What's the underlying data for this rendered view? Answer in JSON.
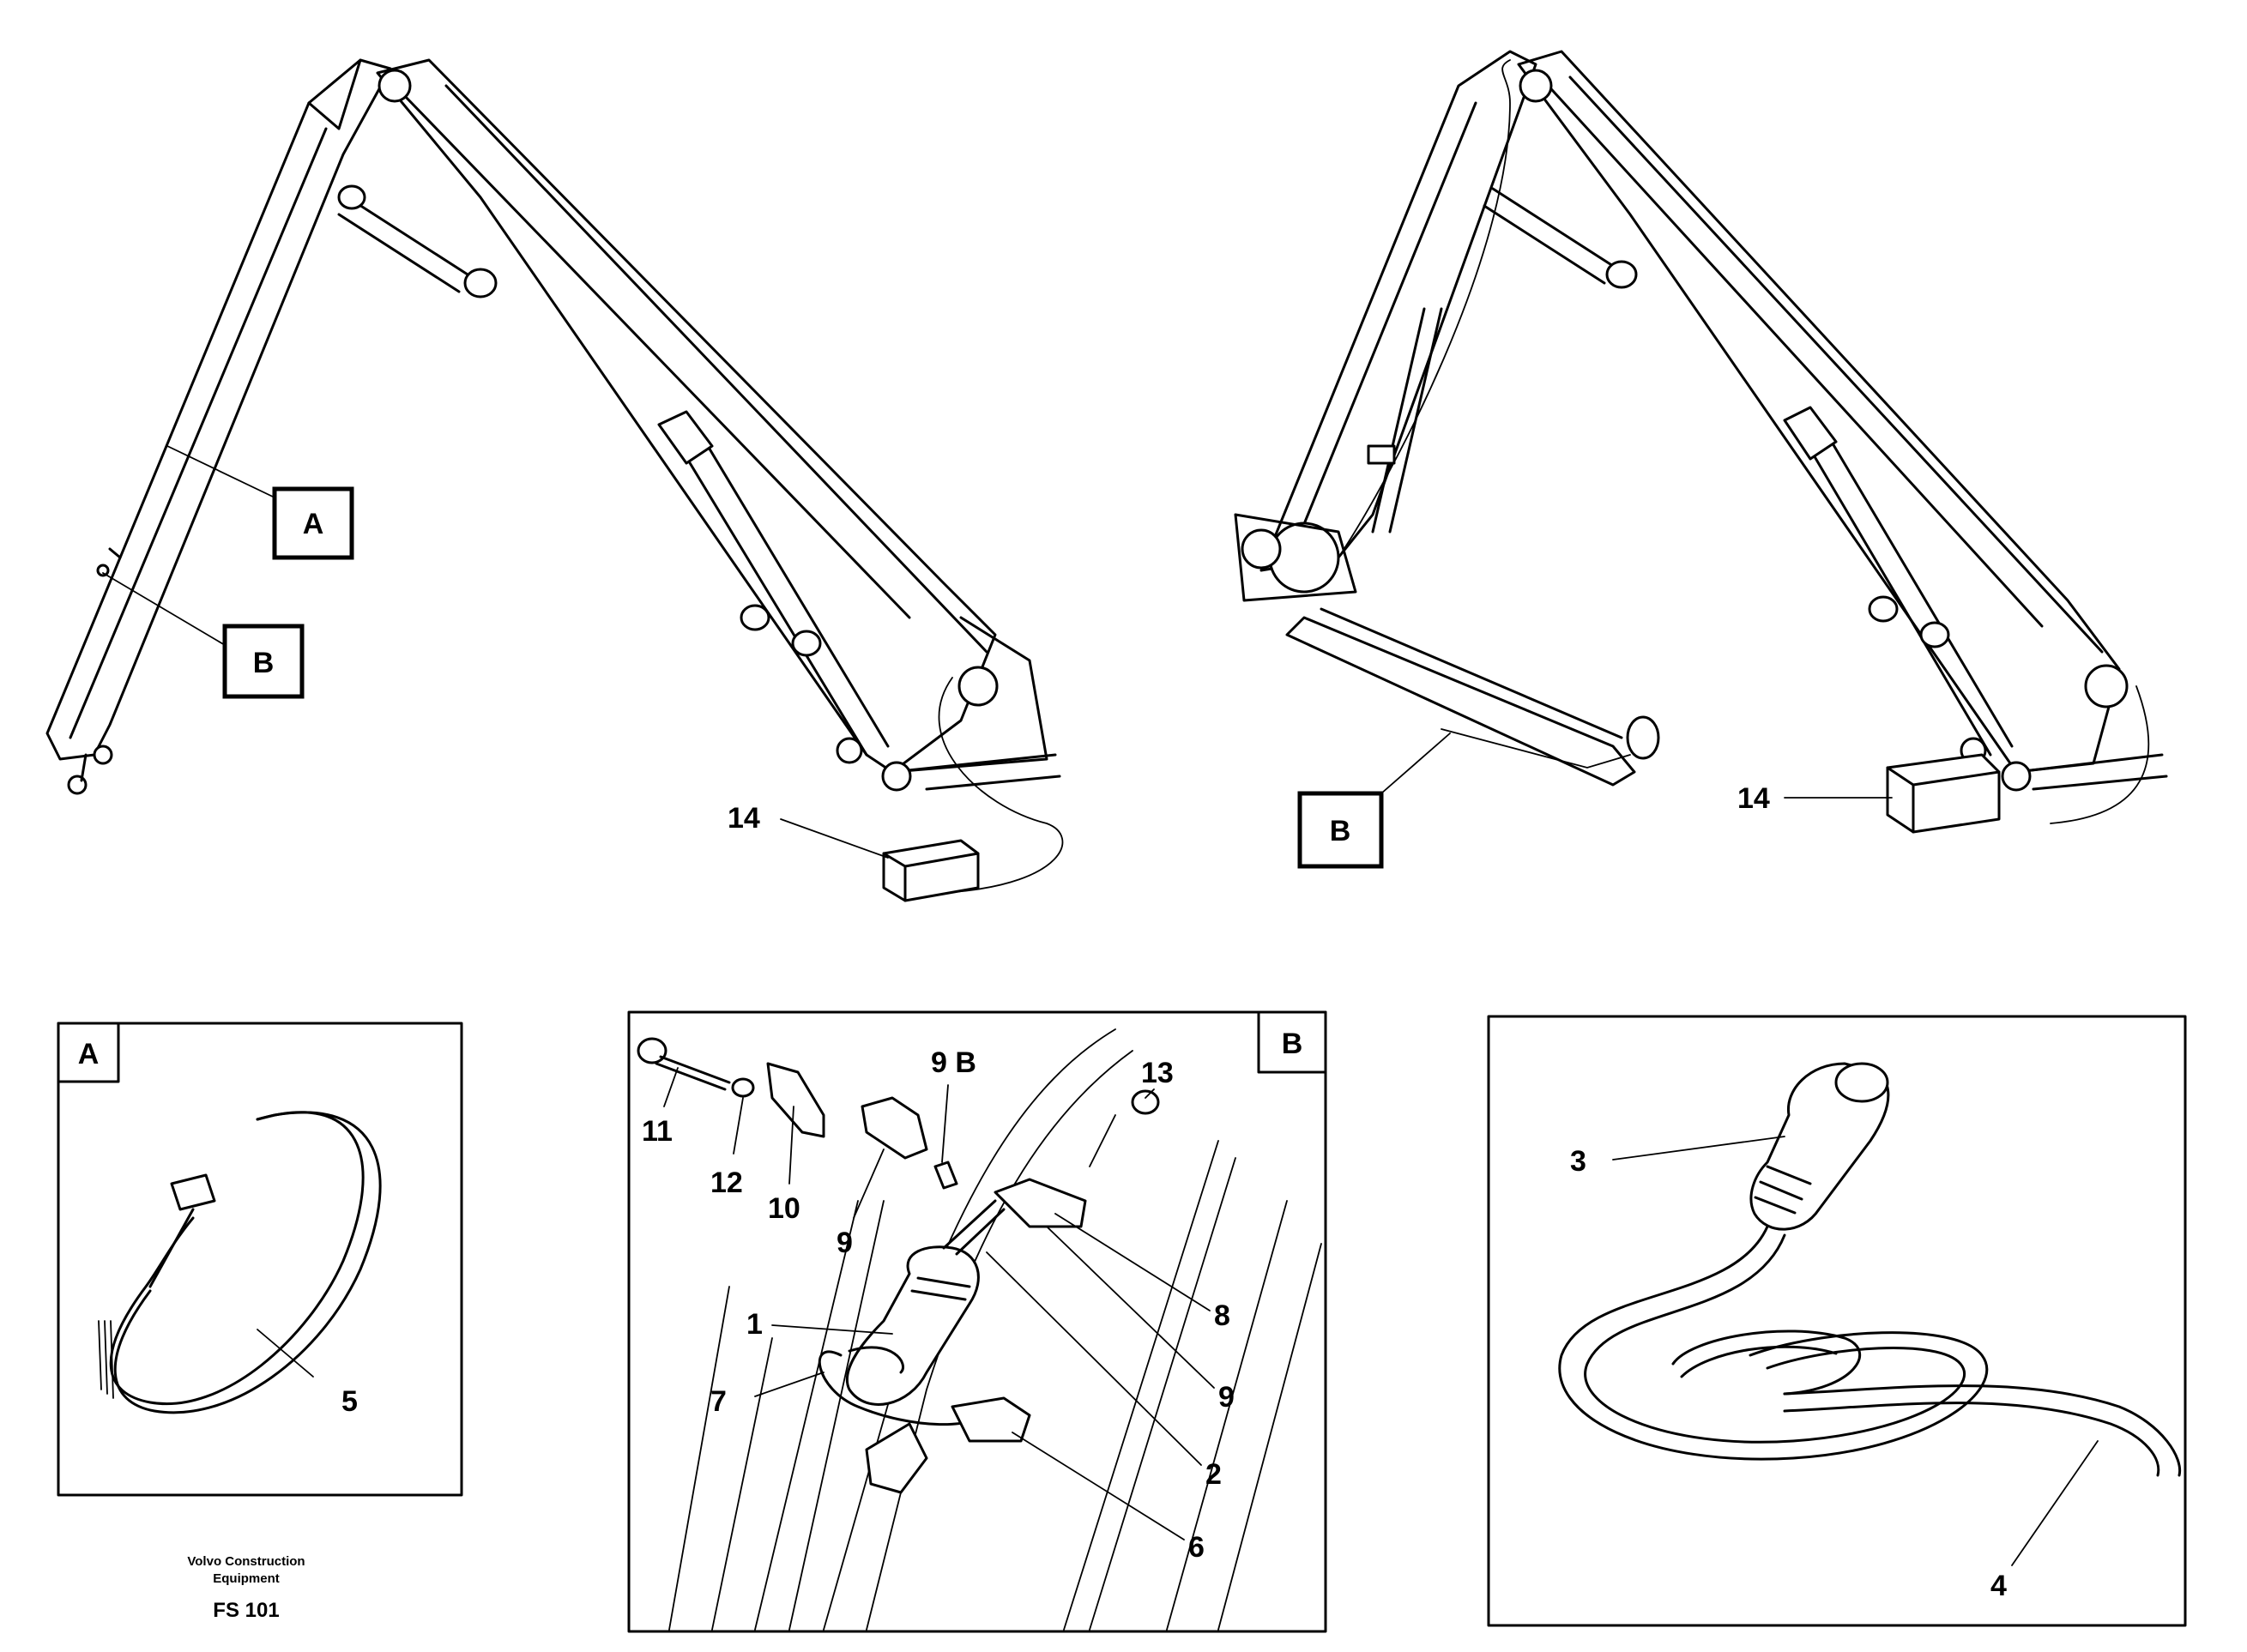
{
  "callouts": {
    "A": "A",
    "B": "B",
    "n1": "1",
    "n2": "2",
    "n3": "3",
    "n4": "4",
    "n5": "5",
    "n6": "6",
    "n7": "7",
    "n8": "8",
    "n9": "9",
    "n9b": "9 B",
    "n10": "10",
    "n11": "11",
    "n12": "12",
    "n13": "13",
    "n14": "14"
  },
  "footer": {
    "company_line1": "Volvo Construction",
    "company_line2": "Equipment",
    "code": "FS 101"
  }
}
